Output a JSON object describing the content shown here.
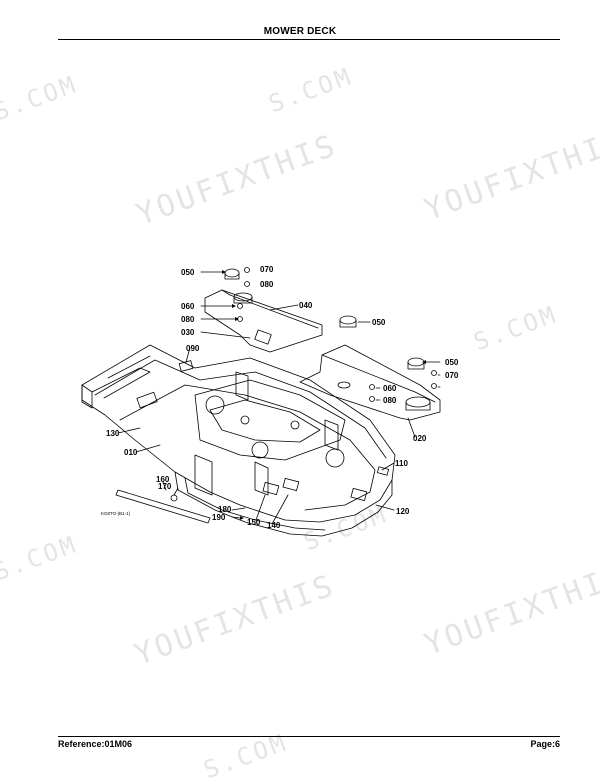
{
  "header": {
    "title": "MOWER DECK"
  },
  "footer": {
    "reference": "Reference:01M06",
    "page": "Page:6"
  },
  "watermark": {
    "brand": "YOUFIXTHIS",
    "domain": "S.COM"
  },
  "diagram": {
    "drawing_code": "KG8TO-(B1-1)",
    "part_labels": [
      "050",
      "070",
      "080",
      "060",
      "080",
      "030",
      "040",
      "050",
      "050",
      "070",
      "060",
      "080",
      "090",
      "020",
      "130",
      "010",
      "110",
      "160",
      "170",
      "180",
      "190",
      "150",
      "140",
      "120"
    ]
  },
  "colors": {
    "ink": "#000000",
    "watermark": "#e4e4e4",
    "background": "#ffffff"
  }
}
